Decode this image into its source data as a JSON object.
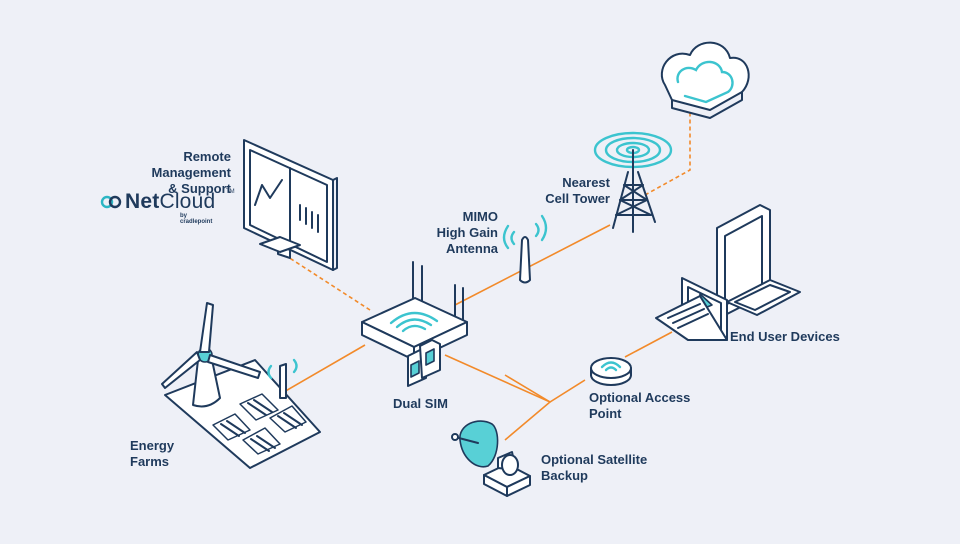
{
  "labels": {
    "remote_management": "Remote\nManagement\n& Support",
    "mimo_antenna": "MIMO\nHigh Gain\nAntenna",
    "cell_tower": "Nearest\nCell Tower",
    "end_user_devices": "End User Devices",
    "access_point": "Optional Access\nPoint",
    "dual_sim": "Dual SIM",
    "satellite": "Optional Satellite\nBackup",
    "energy_farms": "Energy\nFarms"
  },
  "brand": {
    "name_bold": "Net",
    "name_light": "Cloud",
    "trademark": "TM",
    "byline": "by cradlepoint"
  },
  "colors": {
    "outline": "#1f3a5c",
    "accent": "#3cc4cf",
    "link": "#f28a2a",
    "background": "#eef0f7"
  }
}
